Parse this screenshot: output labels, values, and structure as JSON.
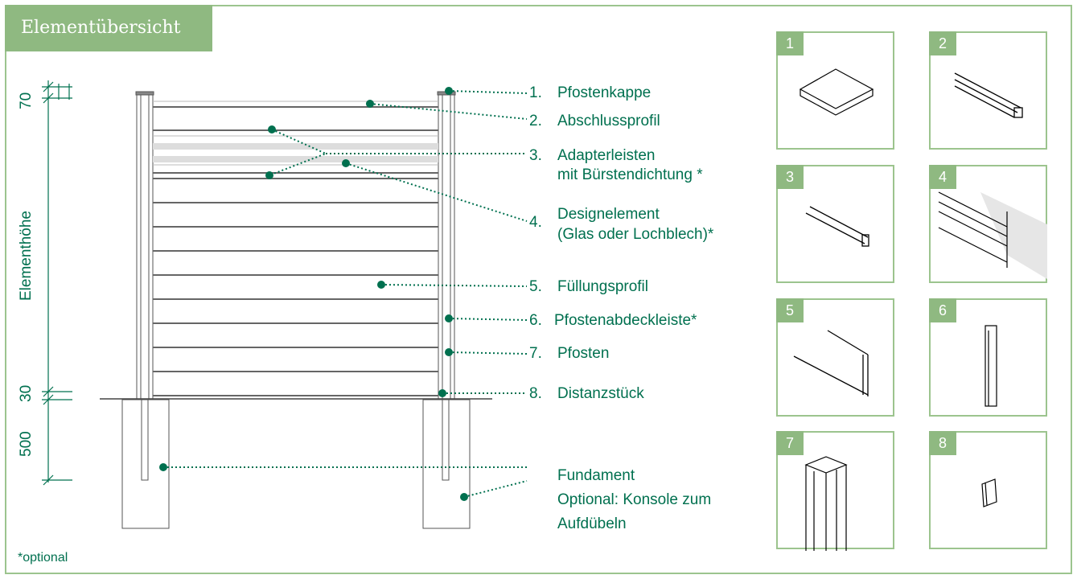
{
  "title": "Elementübersicht",
  "dimensions": {
    "top": "70",
    "height_label": "Elementhöhe",
    "bottom": "30",
    "foundation": "500"
  },
  "footnote": "*optional",
  "callouts": [
    {
      "num": "1.",
      "text": "Pfostenkappe"
    },
    {
      "num": "2.",
      "text": "Abschlussprofil"
    },
    {
      "num": "3.",
      "text": "Adapterleisten",
      "text2": "mit Bürstendichtung *"
    },
    {
      "num": "4.",
      "text": "Designelement",
      "text2": "(Glas oder Lochblech)*"
    },
    {
      "num": "5.",
      "text": "Füllungsprofil"
    },
    {
      "num": "6.",
      "text": "Pfostenabdeckleiste*"
    },
    {
      "num": "7.",
      "text": "Pfosten"
    },
    {
      "num": "8.",
      "text": "Distanzstück"
    }
  ],
  "foundation": {
    "line1": "Fundament",
    "line2": "Optional: Konsole zum",
    "line3": "Aufdübeln"
  },
  "panels": [
    "1",
    "2",
    "3",
    "4",
    "5",
    "6",
    "7",
    "8"
  ],
  "colors": {
    "accent": "#00704f",
    "band": "#8fb981",
    "border": "#9cc48e"
  }
}
